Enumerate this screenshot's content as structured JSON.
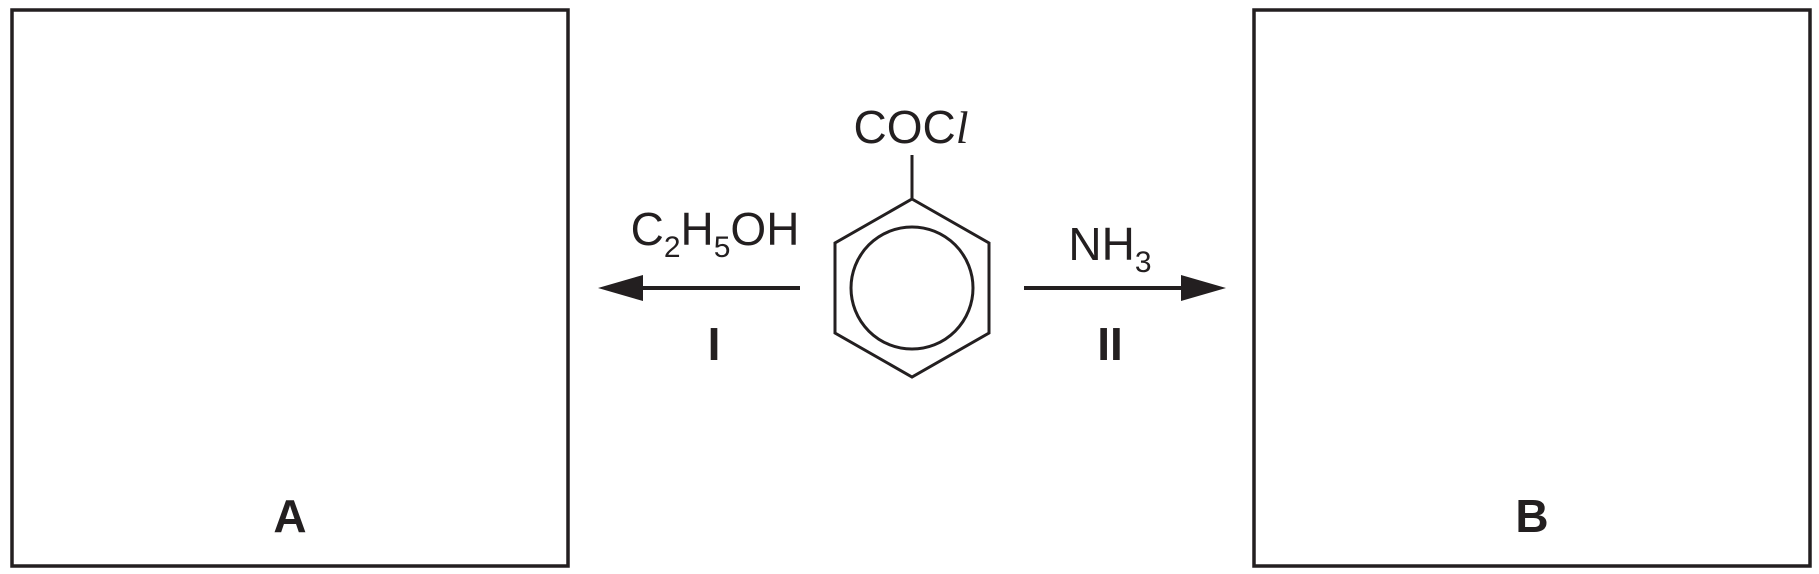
{
  "box_a": {
    "label": "A"
  },
  "box_b": {
    "label": "B"
  },
  "reactant": {
    "group_main": "COC",
    "group_italic": "l"
  },
  "step_1": {
    "label": "I",
    "reagent_parts": [
      "C",
      "2",
      "H",
      "5",
      "OH"
    ]
  },
  "step_2": {
    "label": "II",
    "reagent_parts": [
      "NH",
      "3"
    ]
  },
  "colors": {
    "ink": "#231f20",
    "background": "#ffffff"
  }
}
